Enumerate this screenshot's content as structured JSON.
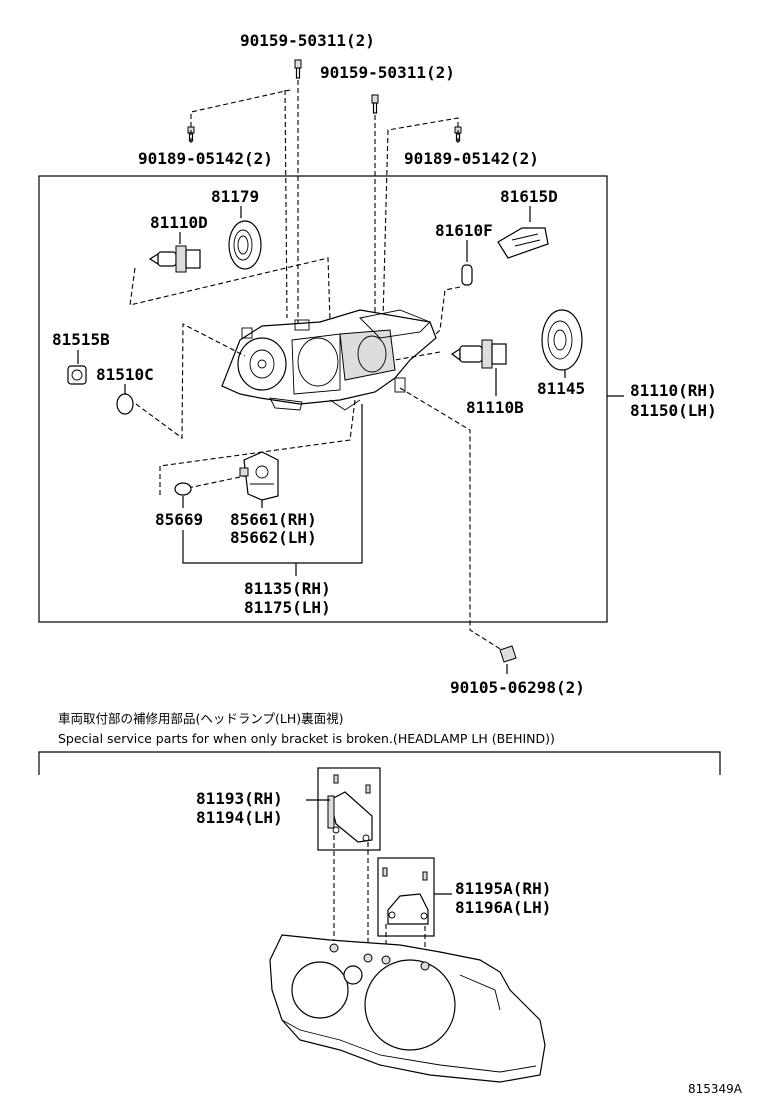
{
  "labels": {
    "p90159_a": "90159-50311(2)",
    "p90159_b": "90159-50311(2)",
    "p90189_a": "90189-05142(2)",
    "p90189_b": "90189-05142(2)",
    "p81179": "81179",
    "p81110D": "81110D",
    "p81615D": "81615D",
    "p81610F": "81610F",
    "p81515B": "81515B",
    "p81510C": "81510C",
    "p81145": "81145",
    "p81110B": "81110B",
    "p81110RH": "81110(RH)",
    "p81150LH": "81150(LH)",
    "p85669": "85669",
    "p85661RH": "85661(RH)",
    "p85662LH": "85662(LH)",
    "p81135RH": "81135(RH)",
    "p81175LH": "81175(LH)",
    "p90105": "90105-06298(2)",
    "p81193RH": "81193(RH)",
    "p81194LH": "81194(LH)",
    "p81195ARH": "81195A(RH)",
    "p81196ALH": "81196A(LH)"
  },
  "notes": {
    "jp": "車両取付部の補修用部品(ヘッドランプ(LH)裏面視)",
    "en": "Special service parts for when only bracket is broken.(HEADLAMP LH (BEHIND))"
  },
  "diagram_code": "815349A"
}
